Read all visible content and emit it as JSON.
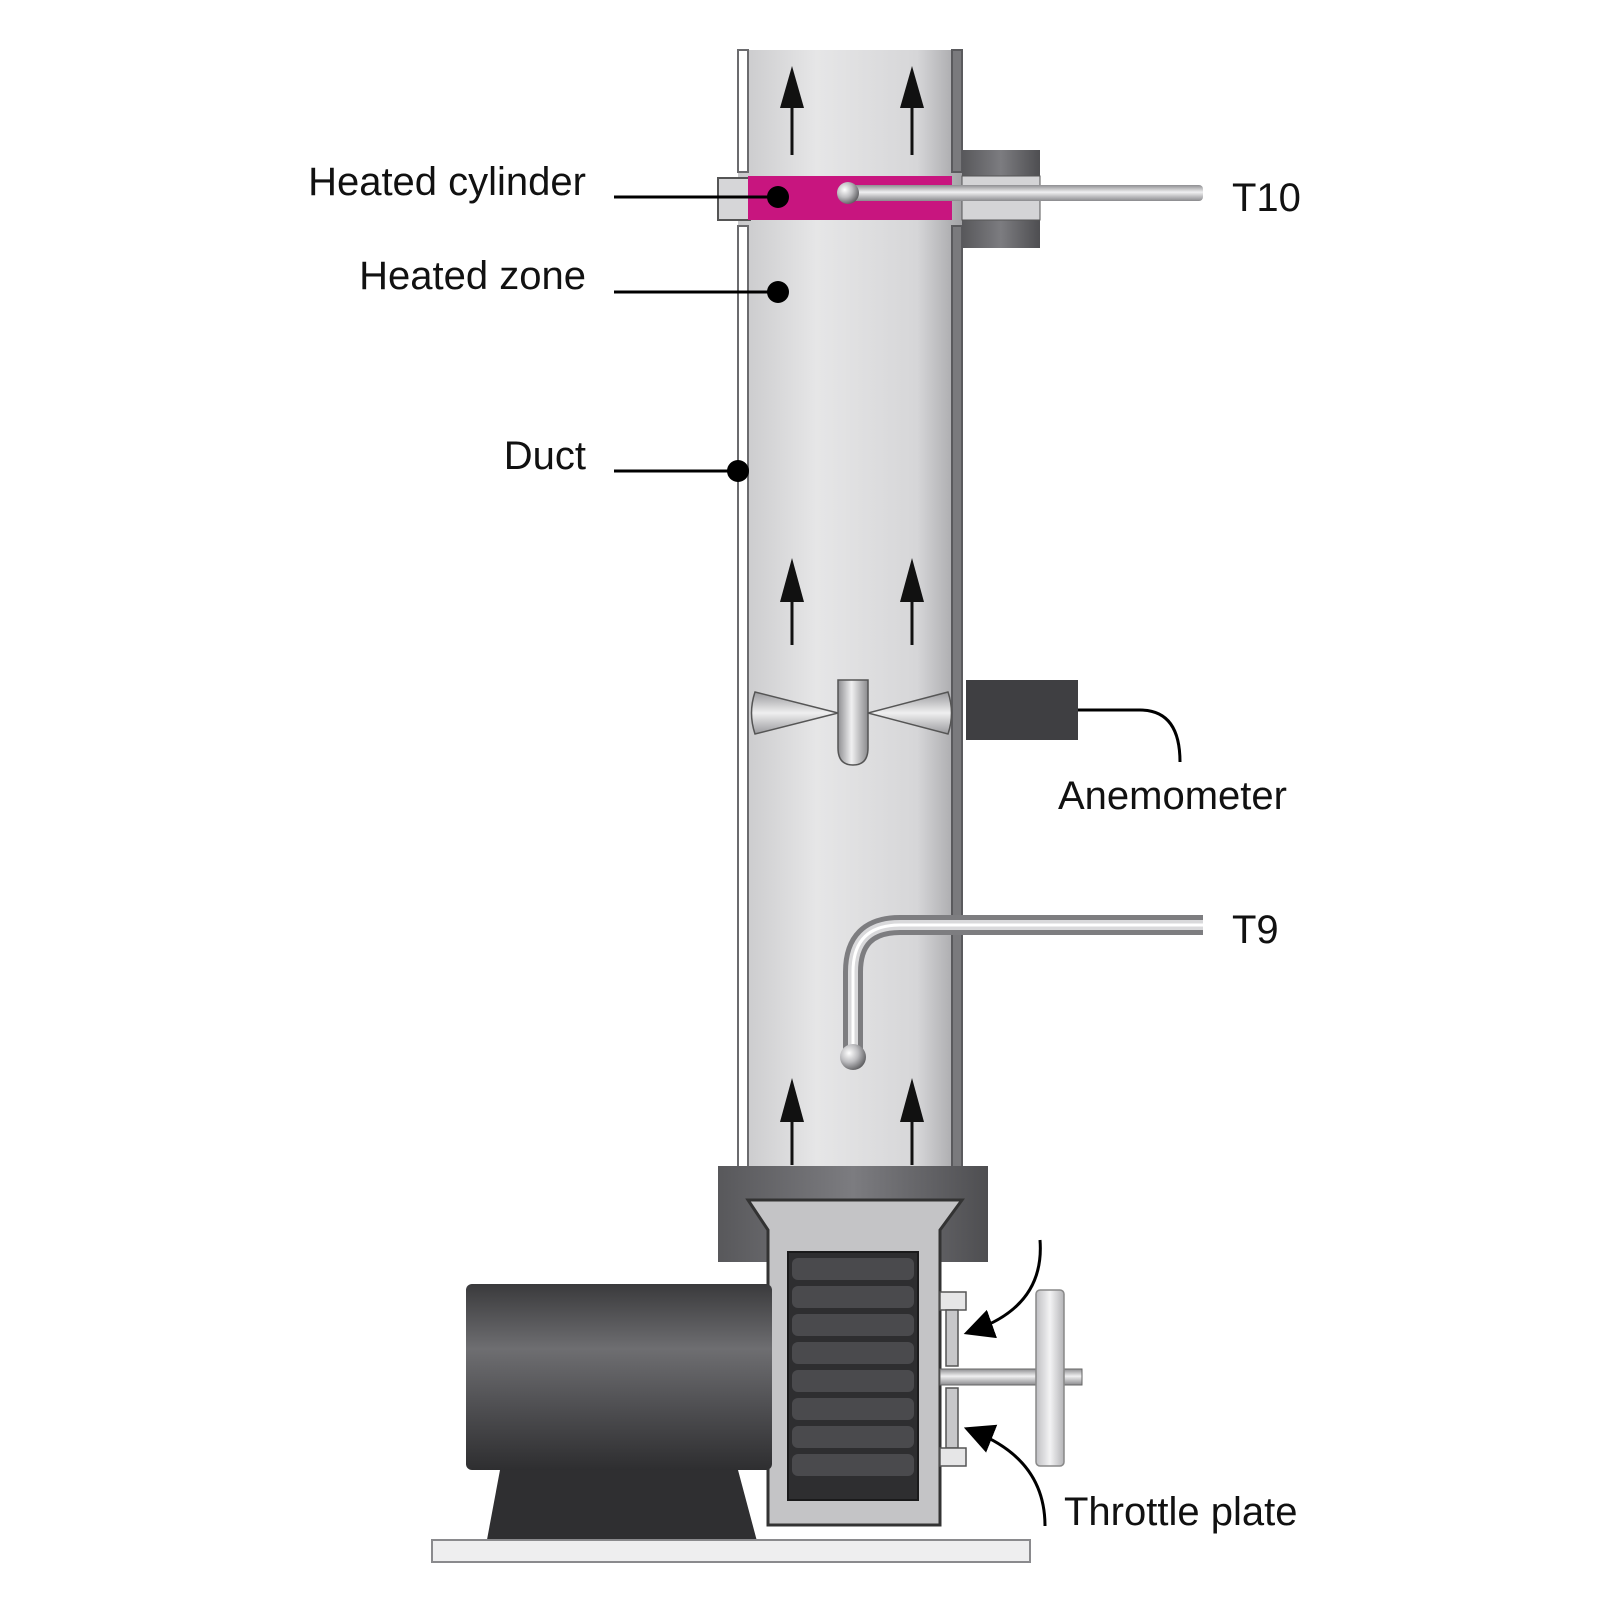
{
  "labels": {
    "heated_cylinder": "Heated cylinder",
    "heated_zone": "Heated zone",
    "duct": "Duct",
    "t10": "T10",
    "anemometer": "Anemometer",
    "t9": "T9",
    "throttle_plate": "Throttle plate"
  },
  "colors": {
    "background": "#ffffff",
    "duct_fill": "#dcdcdd",
    "duct_wall": "#6b6b6e",
    "heated_cylinder": "#c8157f",
    "flange": "#5f5f62",
    "motor": "#4a4a4d",
    "probe": "#b9b9bc",
    "leader_line": "#000000",
    "text": "#111111"
  },
  "icons": {
    "flow_arrow": "up-arrow-icon",
    "leader_dot": "dot-icon",
    "probe_tip": "sphere-icon"
  }
}
